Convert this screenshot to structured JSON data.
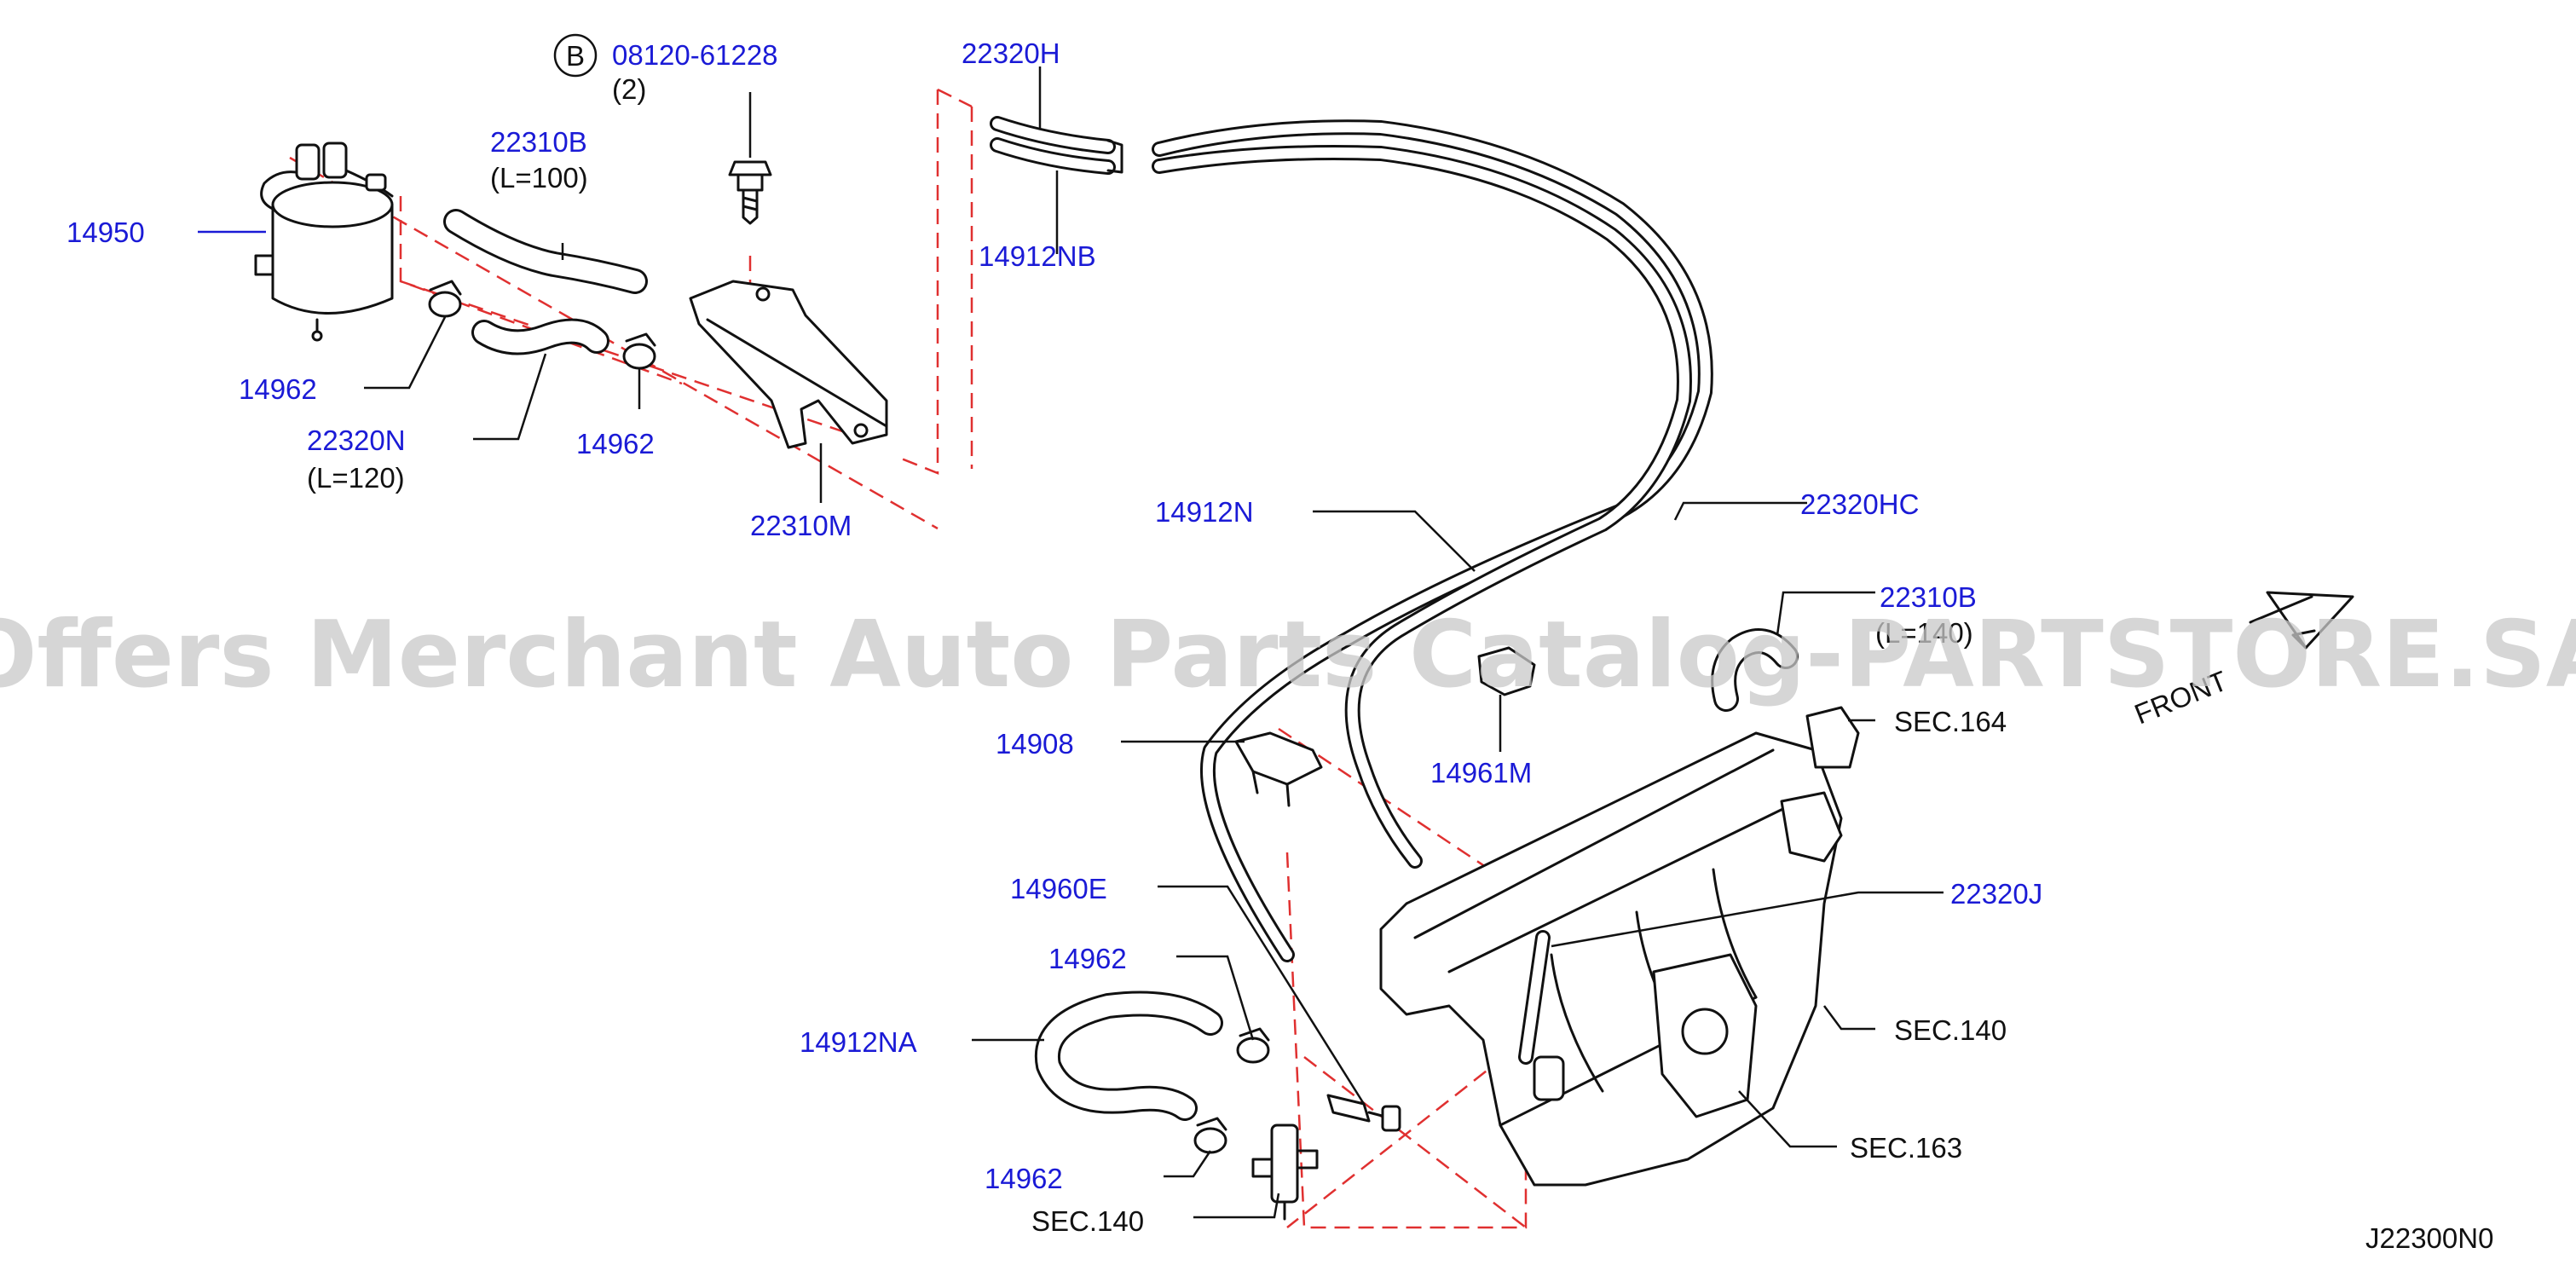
{
  "labels": {
    "p14950": "14950",
    "p08120": "08120-61228",
    "p08120_qty": "(2)",
    "callout_b": "B",
    "p22320H": "22320H",
    "p14912NB": "14912NB",
    "p22310B_top": "22310B",
    "p22310B_top_len": "(L=100)",
    "p14962_a": "14962",
    "p22320N": "22320N",
    "p22320N_len": "(L=120)",
    "p14962_b": "14962",
    "p22310M": "22310M",
    "p14912N": "14912N",
    "p22320HC": "22320HC",
    "p22310B_mid": "22310B",
    "p22310B_mid_len": "(L=140)",
    "pSEC164": "SEC.164",
    "p14908": "14908",
    "p14961M": "14961M",
    "p22320J": "22320J",
    "p14960E": "14960E",
    "p14962_c": "14962",
    "p14912NA": "14912NA",
    "pSEC140_right": "SEC.140",
    "pSEC163": "SEC.163",
    "p14962_d": "14962",
    "pSEC140_bottom": "SEC.140",
    "front": "FRONT",
    "diagram_code": "J22300N0"
  },
  "watermark": "Offers Merchant Auto Parts Catalog-PARTSTORE.SA",
  "colors": {
    "label_blue": "#1a1ad6",
    "dashed_red": "#e03030",
    "line": "#111111",
    "watermark": "#c8c8c8"
  }
}
